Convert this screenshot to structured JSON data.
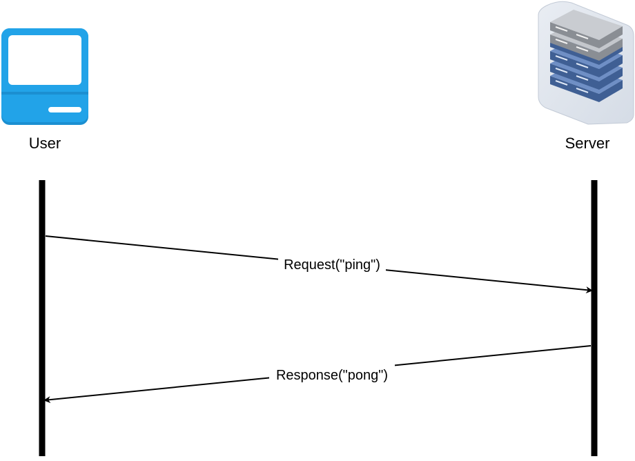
{
  "actors": {
    "user": {
      "label": "User",
      "icon": "desktop-computer-icon",
      "color": "#1ea1e8"
    },
    "server": {
      "label": "Server",
      "icon": "server-rack-icon",
      "color": "#4a6fa5"
    }
  },
  "messages": [
    {
      "label": "Request(\"ping\")",
      "from": "user",
      "to": "server"
    },
    {
      "label": "Response(\"pong\")",
      "from": "server",
      "to": "user"
    }
  ],
  "colors": {
    "lifeline": "#000000",
    "arrow": "#000000",
    "label_background": "#ffffff"
  }
}
